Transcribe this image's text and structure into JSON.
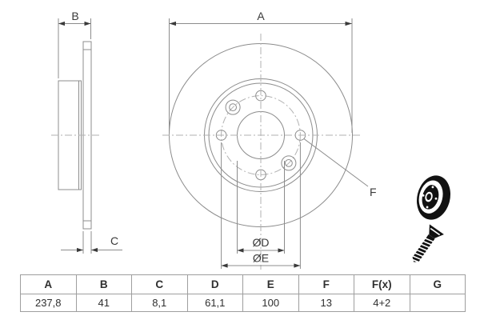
{
  "drawing": {
    "labels": {
      "a": "A",
      "b": "B",
      "c": "C",
      "d": "ØD",
      "e": "ØE",
      "f": "F"
    },
    "colors": {
      "line": "#8c8c8c",
      "centerline": "#b2b2b2",
      "text": "#3a3a3a",
      "icon": "#121212",
      "table_border": "#9e9e9e"
    }
  },
  "icons": {
    "disc": "brake-disc-icon",
    "screw": "countersunk-screw-icon"
  },
  "table": {
    "headers": [
      "A",
      "B",
      "C",
      "D",
      "E",
      "F",
      "F(x)",
      "G"
    ],
    "values": [
      "237,8",
      "41",
      "8,1",
      "61,1",
      "100",
      "13",
      "4+2",
      ""
    ]
  }
}
